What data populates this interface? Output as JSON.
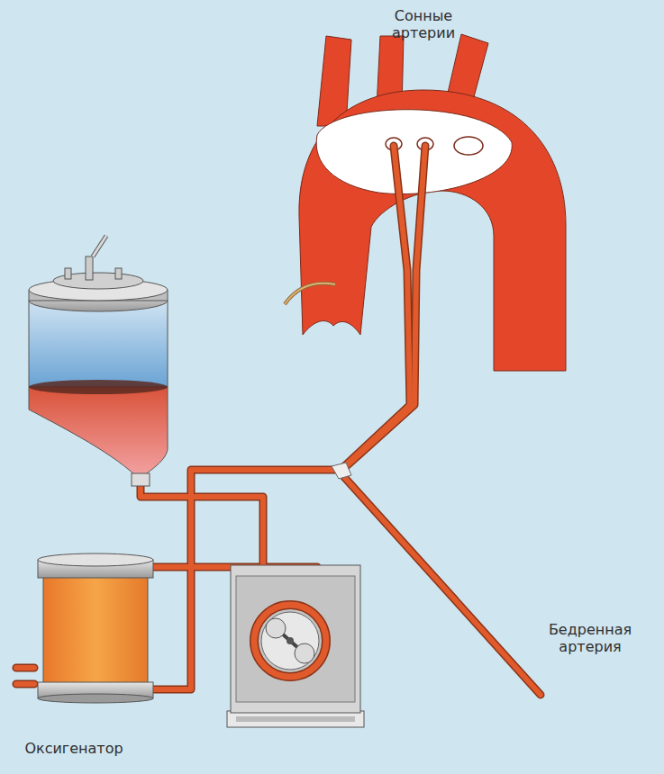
{
  "diagram": {
    "labels": [
      "Сонные артерии",
      "Бедренная артерия",
      "Оксигенатор"
    ]
  }
}
